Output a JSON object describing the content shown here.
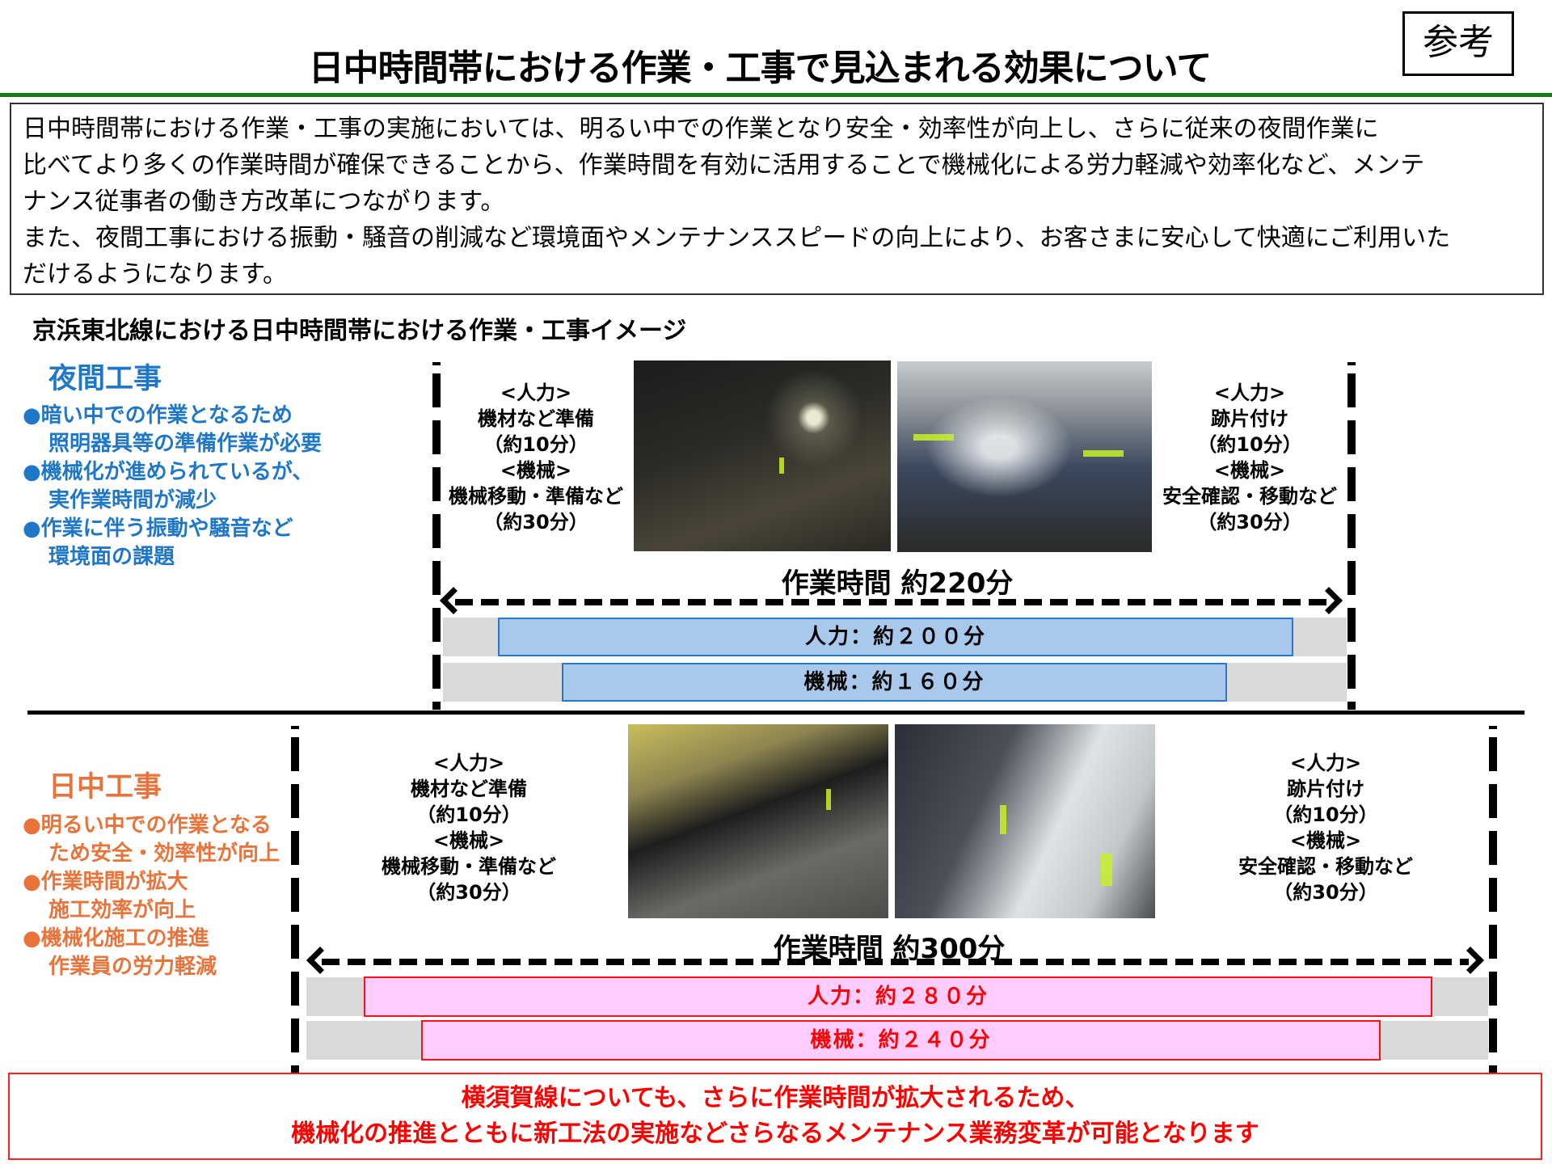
{
  "header": {
    "title": "日中時間帯における作業・工事で見込まれる効果について",
    "reference_badge": "参考"
  },
  "intro": {
    "lines": [
      "日中時間帯における作業・工事の実施においては、明るい中での作業となり安全・効率性が向上し、さらに従来の夜間作業に",
      "比べてより多くの作業時間が確保できることから、作業時間を有効に活用することで機械化による労力軽減や効率化など、メンテ",
      "ナンス従事者の働き方改革につながります。",
      "また、夜間工事における振動・騒音の削減など環境面やメンテナンススピードの向上により、お客さまに安心して快適にご利用いた",
      "だけるようになります。"
    ]
  },
  "section_title": "京浜東北線における日中時間帯における作業・工事イメージ",
  "night": {
    "label": "夜間工事",
    "color": "#1f77c9",
    "bullets": [
      "●暗い中での作業となるため",
      "照明器具等の準備作業が必要",
      "●機械化が進められているが、",
      "実作業時間が減少",
      "●作業に伴う振動や騒音など",
      "環境面の課題"
    ],
    "before_steps": [
      "<人力>",
      "機材など準備",
      "（約10分）",
      "<機械>",
      "機械移動・準備など",
      "（約30分）"
    ],
    "after_steps": [
      "<人力>",
      "跡片付け",
      "（約10分）",
      "<機械>",
      "安全確認・移動など",
      "（約30分）"
    ],
    "photos": [
      "night-track-work-photo",
      "night-workers-cleanup-photo"
    ],
    "duration": "作業時間  約220分",
    "bars": [
      {
        "label": "人力：約２００分",
        "minutes": 200
      },
      {
        "label": "機械：約１６０分",
        "minutes": 160
      }
    ],
    "bar_fill": "#a8c9ec",
    "bar_border": "#2a78c6"
  },
  "day": {
    "label": "日中工事",
    "color": "#e8743b",
    "bullets": [
      "●明るい中での作業となる",
      "ため安全・効率性が向上",
      "●作業時間が拡大",
      "施工効率が向上",
      "●機械化施工の推進",
      "作業員の労力軽減"
    ],
    "before_steps": [
      "<人力>",
      "機材など準備",
      "（約10分）",
      "<機械>",
      "機械移動・準備など",
      "（約30分）"
    ],
    "after_steps": [
      "<人力>",
      "跡片付け",
      "（約10分）",
      "<機械>",
      "安全確認・移動など",
      "（約30分）"
    ],
    "photos": [
      "excavator-track-work-photo",
      "platform-track-workers-photo"
    ],
    "duration": "作業時間  約300分",
    "bars": [
      {
        "label": "人力：約２８０分",
        "minutes": 280
      },
      {
        "label": "機械：約２４０分",
        "minutes": 240
      }
    ],
    "bar_fill": "#ffccff",
    "bar_border": "#ff1010"
  },
  "conclusion": {
    "lines": [
      "横須賀線についても、さらに作業時間が拡大されるため、",
      "機械化の推進とともに新工法の実施などさらなるメンテナンス業務変革が可能となります"
    ],
    "color": "#ff0000"
  }
}
